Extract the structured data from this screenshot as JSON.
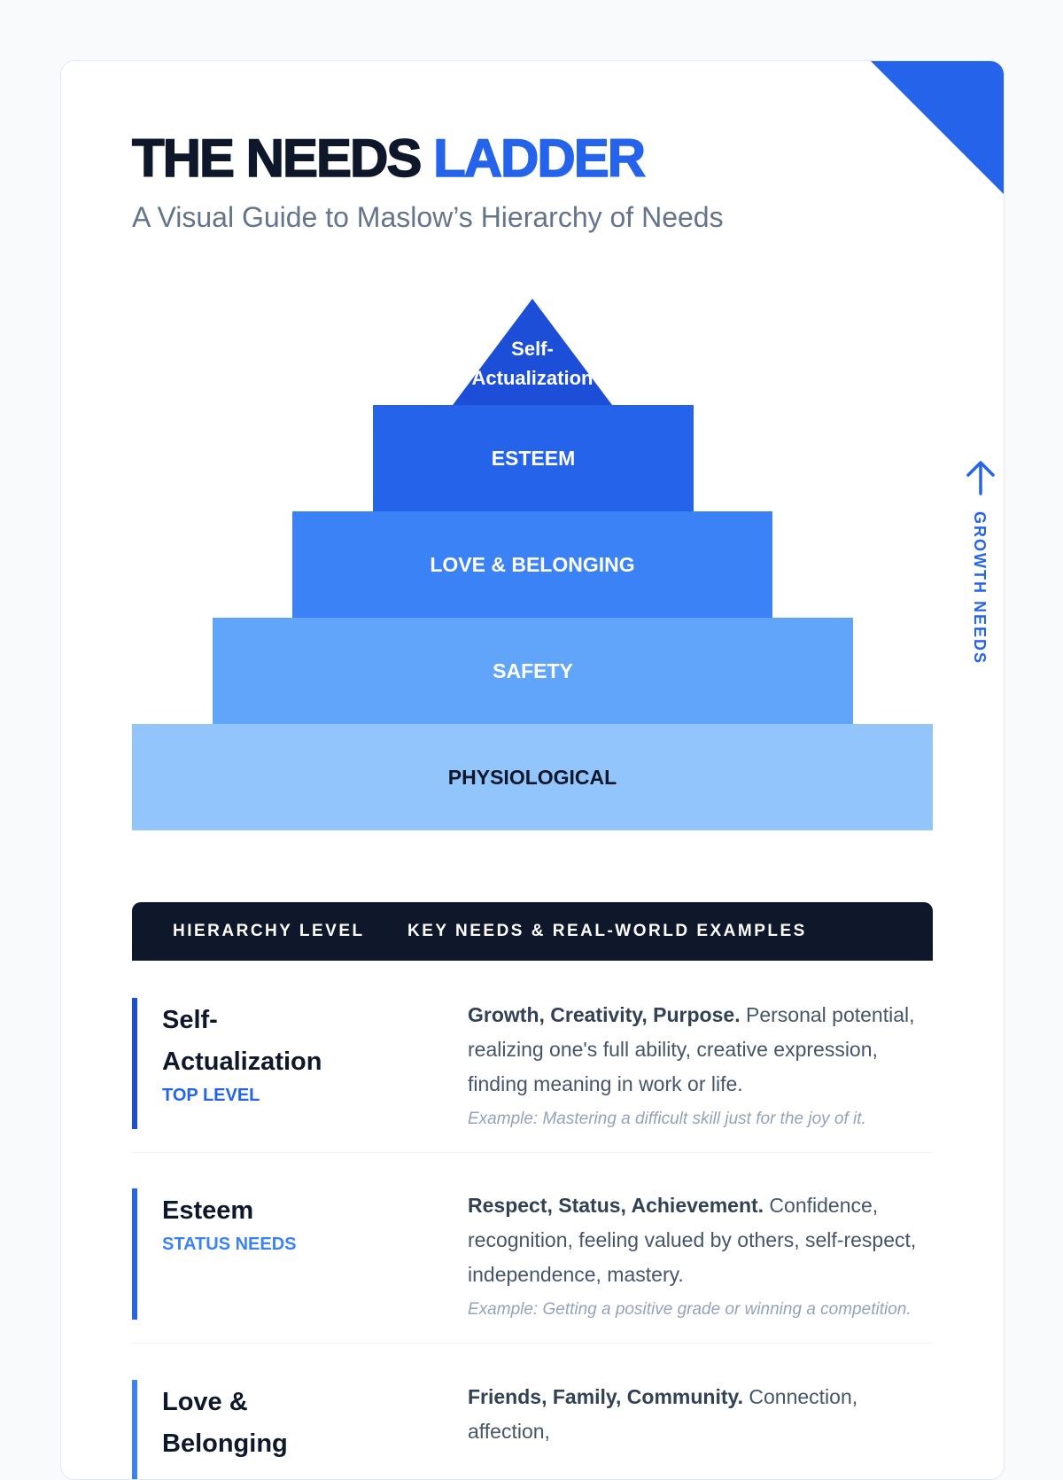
{
  "header": {
    "title_main": "THE NEEDS",
    "title_accent": "LADDER",
    "subtitle": "A Visual Guide to Maslow’s Hierarchy of Needs"
  },
  "pyramid": {
    "tiers": [
      {
        "label": "Self-Actualization",
        "color": "#1d4ed8"
      },
      {
        "label": "ESTEEM",
        "color": "#2563eb"
      },
      {
        "label": "LOVE & BELONGING",
        "color": "#3b82f6"
      },
      {
        "label": "SAFETY",
        "color": "#60a5fa"
      },
      {
        "label": "PHYSIOLOGICAL",
        "color": "#93c5fd"
      }
    ],
    "apex_line1": "Self-",
    "apex_line2": "Actualization",
    "side_label": "GROWTH NEEDS"
  },
  "table": {
    "headers": [
      "HIERARCHY LEVEL",
      "KEY NEEDS & REAL-WORLD EXAMPLES"
    ],
    "rows": [
      {
        "name_line1": "Self-",
        "name_line2": "Actualization",
        "tag": "TOP LEVEL",
        "key": "Growth, Creativity, Purpose.",
        "text": " Personal potential, realizing one's full ability, creative expression, finding meaning in work or life.",
        "example": "Example: Mastering a difficult skill just for the joy of it."
      },
      {
        "name_line1": "Esteem",
        "tag": "STATUS NEEDS",
        "key": "Respect, Status, Achievement.",
        "text": " Confidence, recognition, feeling valued by others, self-respect, independence, mastery.",
        "example": "Example: Getting a positive grade or winning a competition."
      },
      {
        "name_line1": "Love &",
        "name_line2": "Belonging",
        "key": "Friends, Family, Community.",
        "text": " Connection, affection,"
      }
    ]
  }
}
